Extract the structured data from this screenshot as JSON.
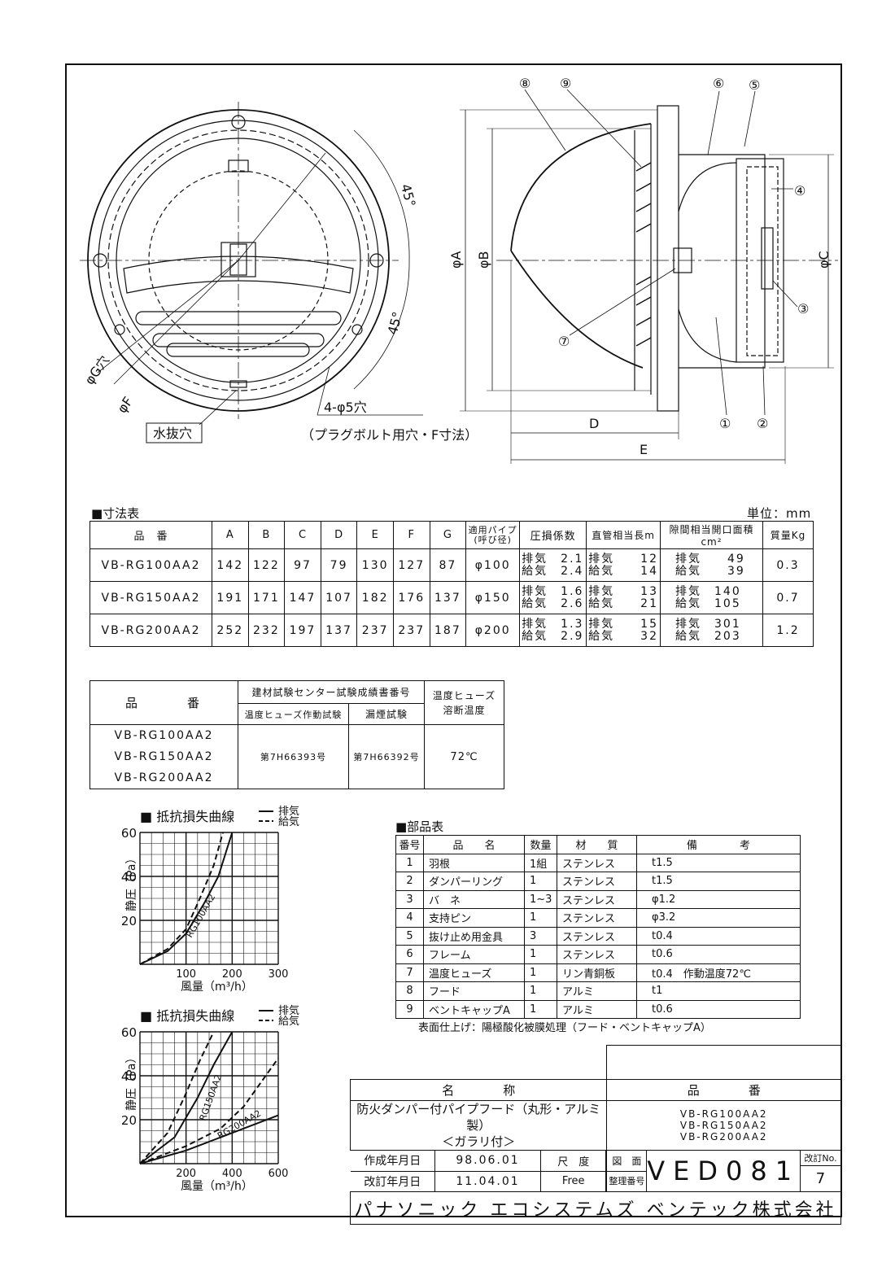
{
  "dim_table": {
    "section_label": "■寸法表",
    "unit": "単位：mm",
    "headers": [
      "品　番",
      "A",
      "B",
      "C",
      "D",
      "E",
      "F",
      "G",
      "適用パイプ(呼び径)",
      "圧損係数",
      "直管相当長m",
      "隙間相当開口面積cm²",
      "質量Kg"
    ],
    "rows": [
      {
        "model": "VB-RG100AA2",
        "A": "142",
        "B": "122",
        "C": "97",
        "D": "79",
        "E": "130",
        "F": "127",
        "G": "87",
        "pipe": "φ100",
        "loss": "排気　2.1\n給気　2.4",
        "length": "排気　　12\n給気　　14",
        "area": "排気　　49\n給気　　39",
        "mass": "0.3"
      },
      {
        "model": "VB-RG150AA2",
        "A": "191",
        "B": "171",
        "C": "147",
        "D": "107",
        "E": "182",
        "F": "176",
        "G": "137",
        "pipe": "φ150",
        "loss": "排気　1.6\n給気　2.6",
        "length": "排気　　13\n給気　　21",
        "area": "排気　140\n給気　105",
        "mass": "0.7"
      },
      {
        "model": "VB-RG200AA2",
        "A": "252",
        "B": "232",
        "C": "197",
        "D": "137",
        "E": "237",
        "F": "237",
        "G": "187",
        "pipe": "φ200",
        "loss": "排気　1.3\n給気　2.9",
        "length": "排気　　15\n給気　　32",
        "area": "排気　301\n給気　203",
        "mass": "1.2"
      }
    ]
  },
  "test_table": {
    "h_model": "品　　　番",
    "h_center": "建材試験センター試験成績書番号",
    "h_fuse_test": "温度ヒューズ作動試験",
    "h_smoke_test": "漏煙試験",
    "h_temp": "温度ヒューズ溶断温度",
    "models": [
      "VB-RG100AA2",
      "VB-RG150AA2",
      "VB-RG200AA2"
    ],
    "fuse_no": "第7H66393号",
    "smoke_no": "第7H66392号",
    "temp": "72℃"
  },
  "parts_table": {
    "section_label": "■部品表",
    "headers": [
      "番号",
      "品　　名",
      "数量",
      "材　　質",
      "備　　　　考"
    ],
    "rows": [
      [
        "1",
        "羽根",
        "1組",
        "ステンレス",
        "t1.5"
      ],
      [
        "2",
        "ダンパーリング",
        "1",
        "ステンレス",
        "t1.5"
      ],
      [
        "3",
        "バ　ネ",
        "1~3",
        "ステンレス",
        "φ1.2"
      ],
      [
        "4",
        "支持ピン",
        "1",
        "ステンレス",
        "φ3.2"
      ],
      [
        "5",
        "抜け止め用金具",
        "3",
        "ステンレス",
        "t0.4"
      ],
      [
        "6",
        "フレーム",
        "1",
        "ステンレス",
        "t0.6"
      ],
      [
        "7",
        "温度ヒューズ",
        "1",
        "リン青銅板",
        "t0.4　作動温度72℃"
      ],
      [
        "8",
        "フード",
        "1",
        "アルミ",
        "t1"
      ],
      [
        "9",
        "ベントキャップA",
        "1",
        "アルミ",
        "t0.6"
      ]
    ],
    "finish_note": "表面仕上げ：陽極酸化被膜処理（フード・ベントキャップA）"
  },
  "chart_labels": {
    "title": "■ 抵抗損失曲線",
    "legend_exhaust": "排気",
    "legend_supply": "給気",
    "ylabel": "静圧（Pa）",
    "xlabel": "風量（m³/h）"
  },
  "chart_data": [
    {
      "type": "line",
      "title": "抵抗損失曲線",
      "xlabel": "風量（m³/h）",
      "ylabel": "静圧（Pa）",
      "xlim": [
        0,
        300
      ],
      "ylim": [
        0,
        60
      ],
      "xticks": [
        100,
        200,
        300
      ],
      "yticks": [
        20,
        40,
        60
      ],
      "series": [
        {
          "name": "排気",
          "style": "solid",
          "x": [
            0,
            60,
            100,
            140,
            170,
            200
          ],
          "y": [
            0,
            6,
            14,
            28,
            40,
            60
          ]
        },
        {
          "name": "給気",
          "style": "dashed",
          "x": [
            0,
            60,
            100,
            130,
            160,
            180
          ],
          "y": [
            0,
            7,
            16,
            30,
            45,
            60
          ]
        }
      ],
      "annotations": [
        "RG100AA2"
      ]
    },
    {
      "type": "line",
      "title": "抵抗損失曲線",
      "xlabel": "風量（m³/h）",
      "ylabel": "静圧（Pa）",
      "xlim": [
        0,
        600
      ],
      "ylim": [
        0,
        60
      ],
      "xticks": [
        200,
        400,
        600
      ],
      "yticks": [
        20,
        40,
        60
      ],
      "series": [
        {
          "name": "排気",
          "style": "solid",
          "x": [
            0,
            150,
            250,
            320,
            400
          ],
          "y": [
            0,
            12,
            30,
            45,
            60
          ]
        },
        {
          "name": "給気",
          "style": "dashed",
          "x": [
            0,
            120,
            200,
            260,
            320
          ],
          "y": [
            0,
            14,
            32,
            47,
            60
          ]
        },
        {
          "name": "排気",
          "style": "solid",
          "x": [
            0,
            200,
            300,
            400,
            600
          ],
          "y": [
            0,
            6,
            10,
            14,
            22
          ]
        },
        {
          "name": "給気",
          "style": "dashed",
          "x": [
            0,
            200,
            350,
            450,
            600
          ],
          "y": [
            0,
            8,
            16,
            26,
            48
          ]
        }
      ],
      "annotations": [
        "RG150AA2",
        "RG200AA2"
      ]
    }
  ],
  "drawing": {
    "callouts": [
      "①",
      "②",
      "③",
      "④",
      "⑤",
      "⑥",
      "⑦",
      "⑧",
      "⑨"
    ],
    "dims": {
      "A": "φA",
      "B": "φB",
      "C": "φC",
      "D": "D",
      "E": "E",
      "F": "φF",
      "G": "φG穴"
    },
    "angle": "45°",
    "hole_note": "4-φ5穴",
    "hole_note2": "（プラグボルト用穴・F寸法）",
    "drain_label": "水抜穴"
  },
  "title_block": {
    "h_name": "名　　　　称",
    "h_model": "品　　　　番",
    "name_line1": "防火ダンパー付パイプフード（丸形・アルミ製）",
    "name_line2": "＜ガラリ付＞",
    "models": [
      "VB-RG100AA2",
      "VB-RG150AA2",
      "VB-RG200AA2"
    ],
    "created_label": "作成年月日",
    "created": "98.06.01",
    "revised_label": "改訂年月日",
    "revised": "11.04.01",
    "scale_label": "尺　度",
    "scale": "Free",
    "drawing_label": "図　面",
    "ref_label": "整理番号",
    "drawing_no": "VED081",
    "rev_label": "改訂No.",
    "rev_no": "7",
    "company": "パナソニック エコシステムズ ベンテック株式会社"
  }
}
